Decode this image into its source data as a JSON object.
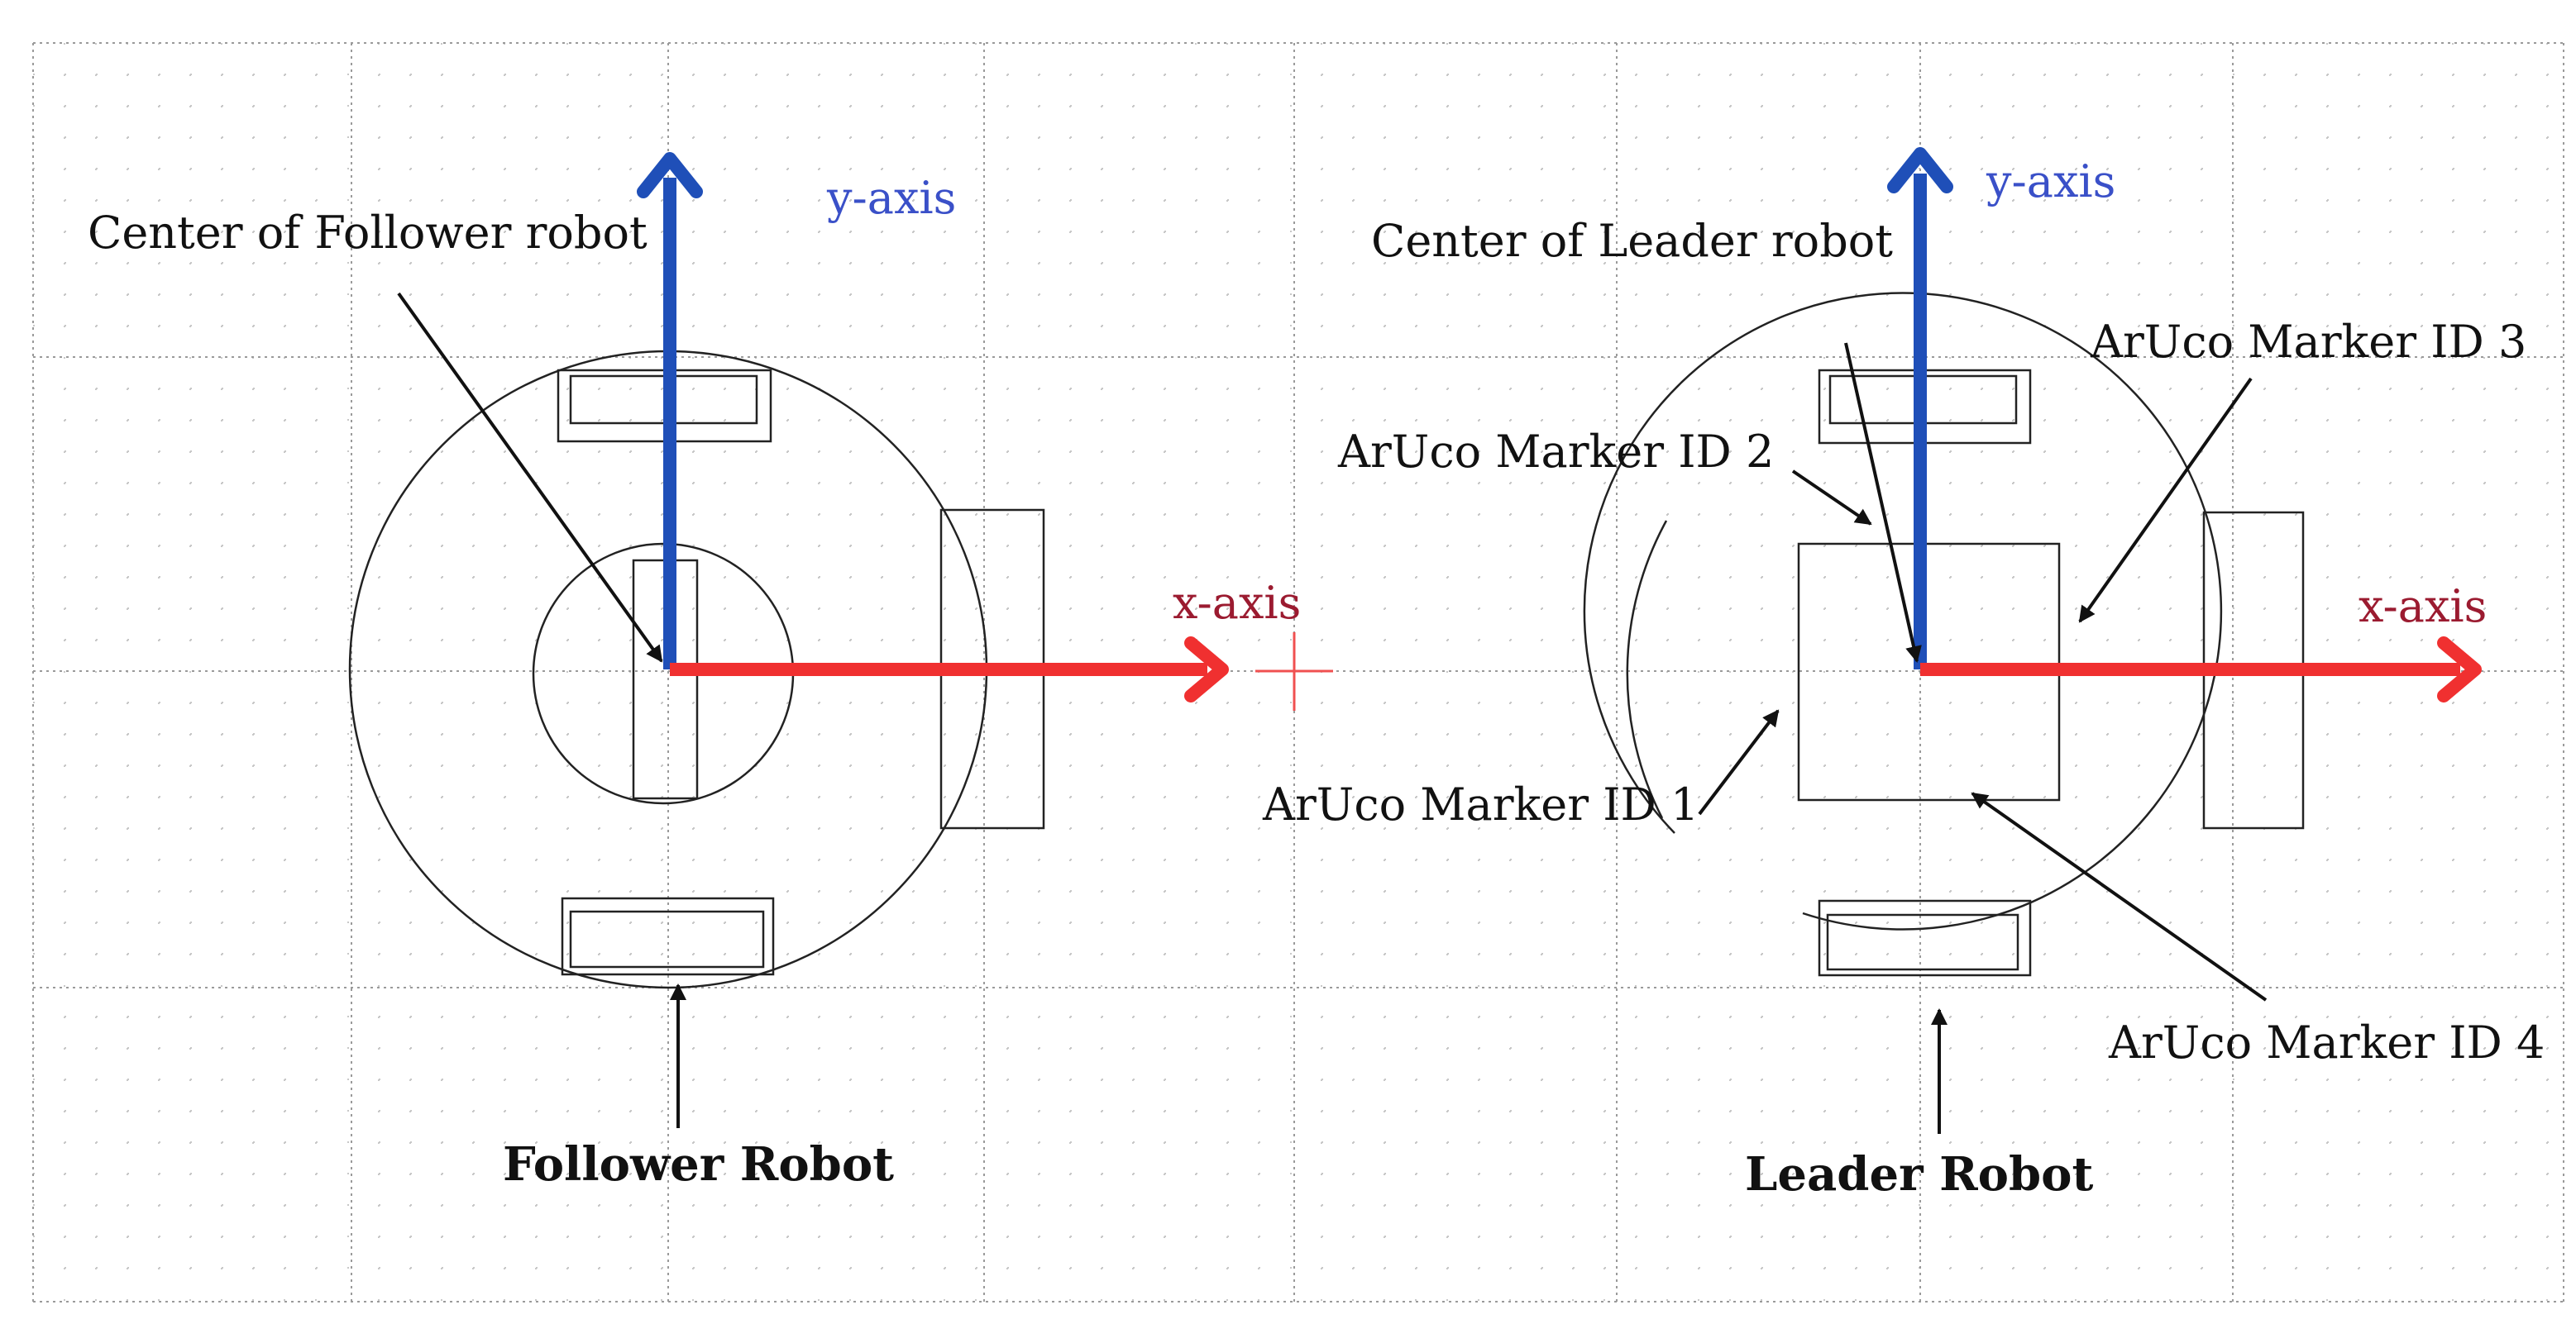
{
  "colors": {
    "y_axis": "#1f4fb8",
    "x_axis": "#f03030",
    "y_label": "#3a50c8",
    "x_label": "#9b1b30",
    "grid_major": "#9a9a9a",
    "grid_minor": "#c8c8c8",
    "ink": "#111111",
    "origin_mark": "#f05050"
  },
  "follower": {
    "center_label": "Center of Follower robot",
    "y_axis_label": "y-axis",
    "x_axis_label": "x-axis",
    "robot_label": "Follower Robot"
  },
  "leader": {
    "center_label": "Center of Leader robot",
    "y_axis_label": "y-axis",
    "x_axis_label": "x-axis",
    "robot_label": "Leader Robot",
    "markers": {
      "id1": "ArUco Marker ID 1",
      "id2": "ArUco Marker ID 2",
      "id3": "ArUco Marker ID 3",
      "id4": "ArUco Marker ID 4"
    }
  }
}
